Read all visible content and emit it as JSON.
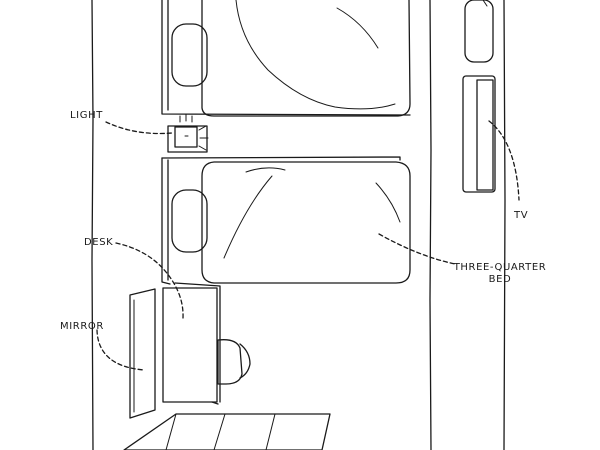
{
  "labels": {
    "light": "LIGHT",
    "desk": "DESK",
    "mirror": "MIRROR",
    "tv": "TV",
    "bed_line1": "THREE-QUARTER",
    "bed_line2": "BED"
  },
  "colors": {
    "ink": "#1a1a1a",
    "desk_fill": "#8c8c8c",
    "tv_fill": "#8a8a8a",
    "floor_fill": "#bdbdbd",
    "chair_fill": "#a8a8a8",
    "mirror_fill": "#f2f2f2"
  }
}
